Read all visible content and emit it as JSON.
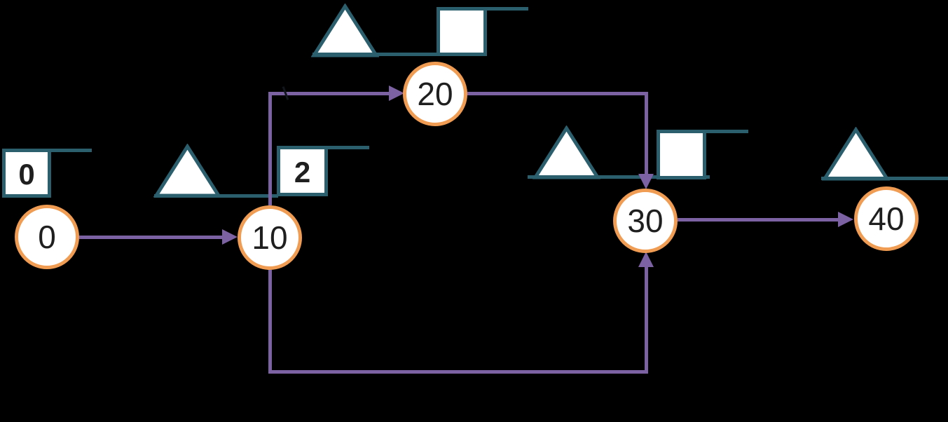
{
  "diagram_title": "activity-network-diagram",
  "colors": {
    "bg": "#000000",
    "teal": "#2C5F6E",
    "purple": "#7C61A3",
    "orange": "#F09C52",
    "ink": "#1F1F1F",
    "paper": "#FFFFFF",
    "tick": "#11161C"
  },
  "nodes": {
    "n0": {
      "label": "0",
      "has_triangle": false,
      "has_box": true,
      "box_value": "0"
    },
    "n10": {
      "label": "10",
      "has_triangle": true,
      "has_box": true,
      "box_value": "2"
    },
    "n20": {
      "label": "20",
      "has_triangle": true,
      "has_box": true,
      "box_value": ""
    },
    "n30": {
      "label": "30",
      "has_triangle": true,
      "has_box": true,
      "box_value": ""
    },
    "n40": {
      "label": "40",
      "has_triangle": true,
      "has_box": false,
      "box_value": ""
    }
  },
  "edges": [
    {
      "from": "0",
      "to": "10",
      "style": "straight-horizontal"
    },
    {
      "from": "10",
      "to": "20",
      "style": "elbow-up-right"
    },
    {
      "from": "20",
      "to": "30",
      "style": "elbow-right-down"
    },
    {
      "from": "10",
      "to": "30",
      "style": "elbow-down-right-up"
    },
    {
      "from": "30",
      "to": "40",
      "style": "straight-horizontal"
    }
  ],
  "symbols": {
    "triangle_meaning": "triangle-marker",
    "square_meaning": "square-flag-marker"
  }
}
